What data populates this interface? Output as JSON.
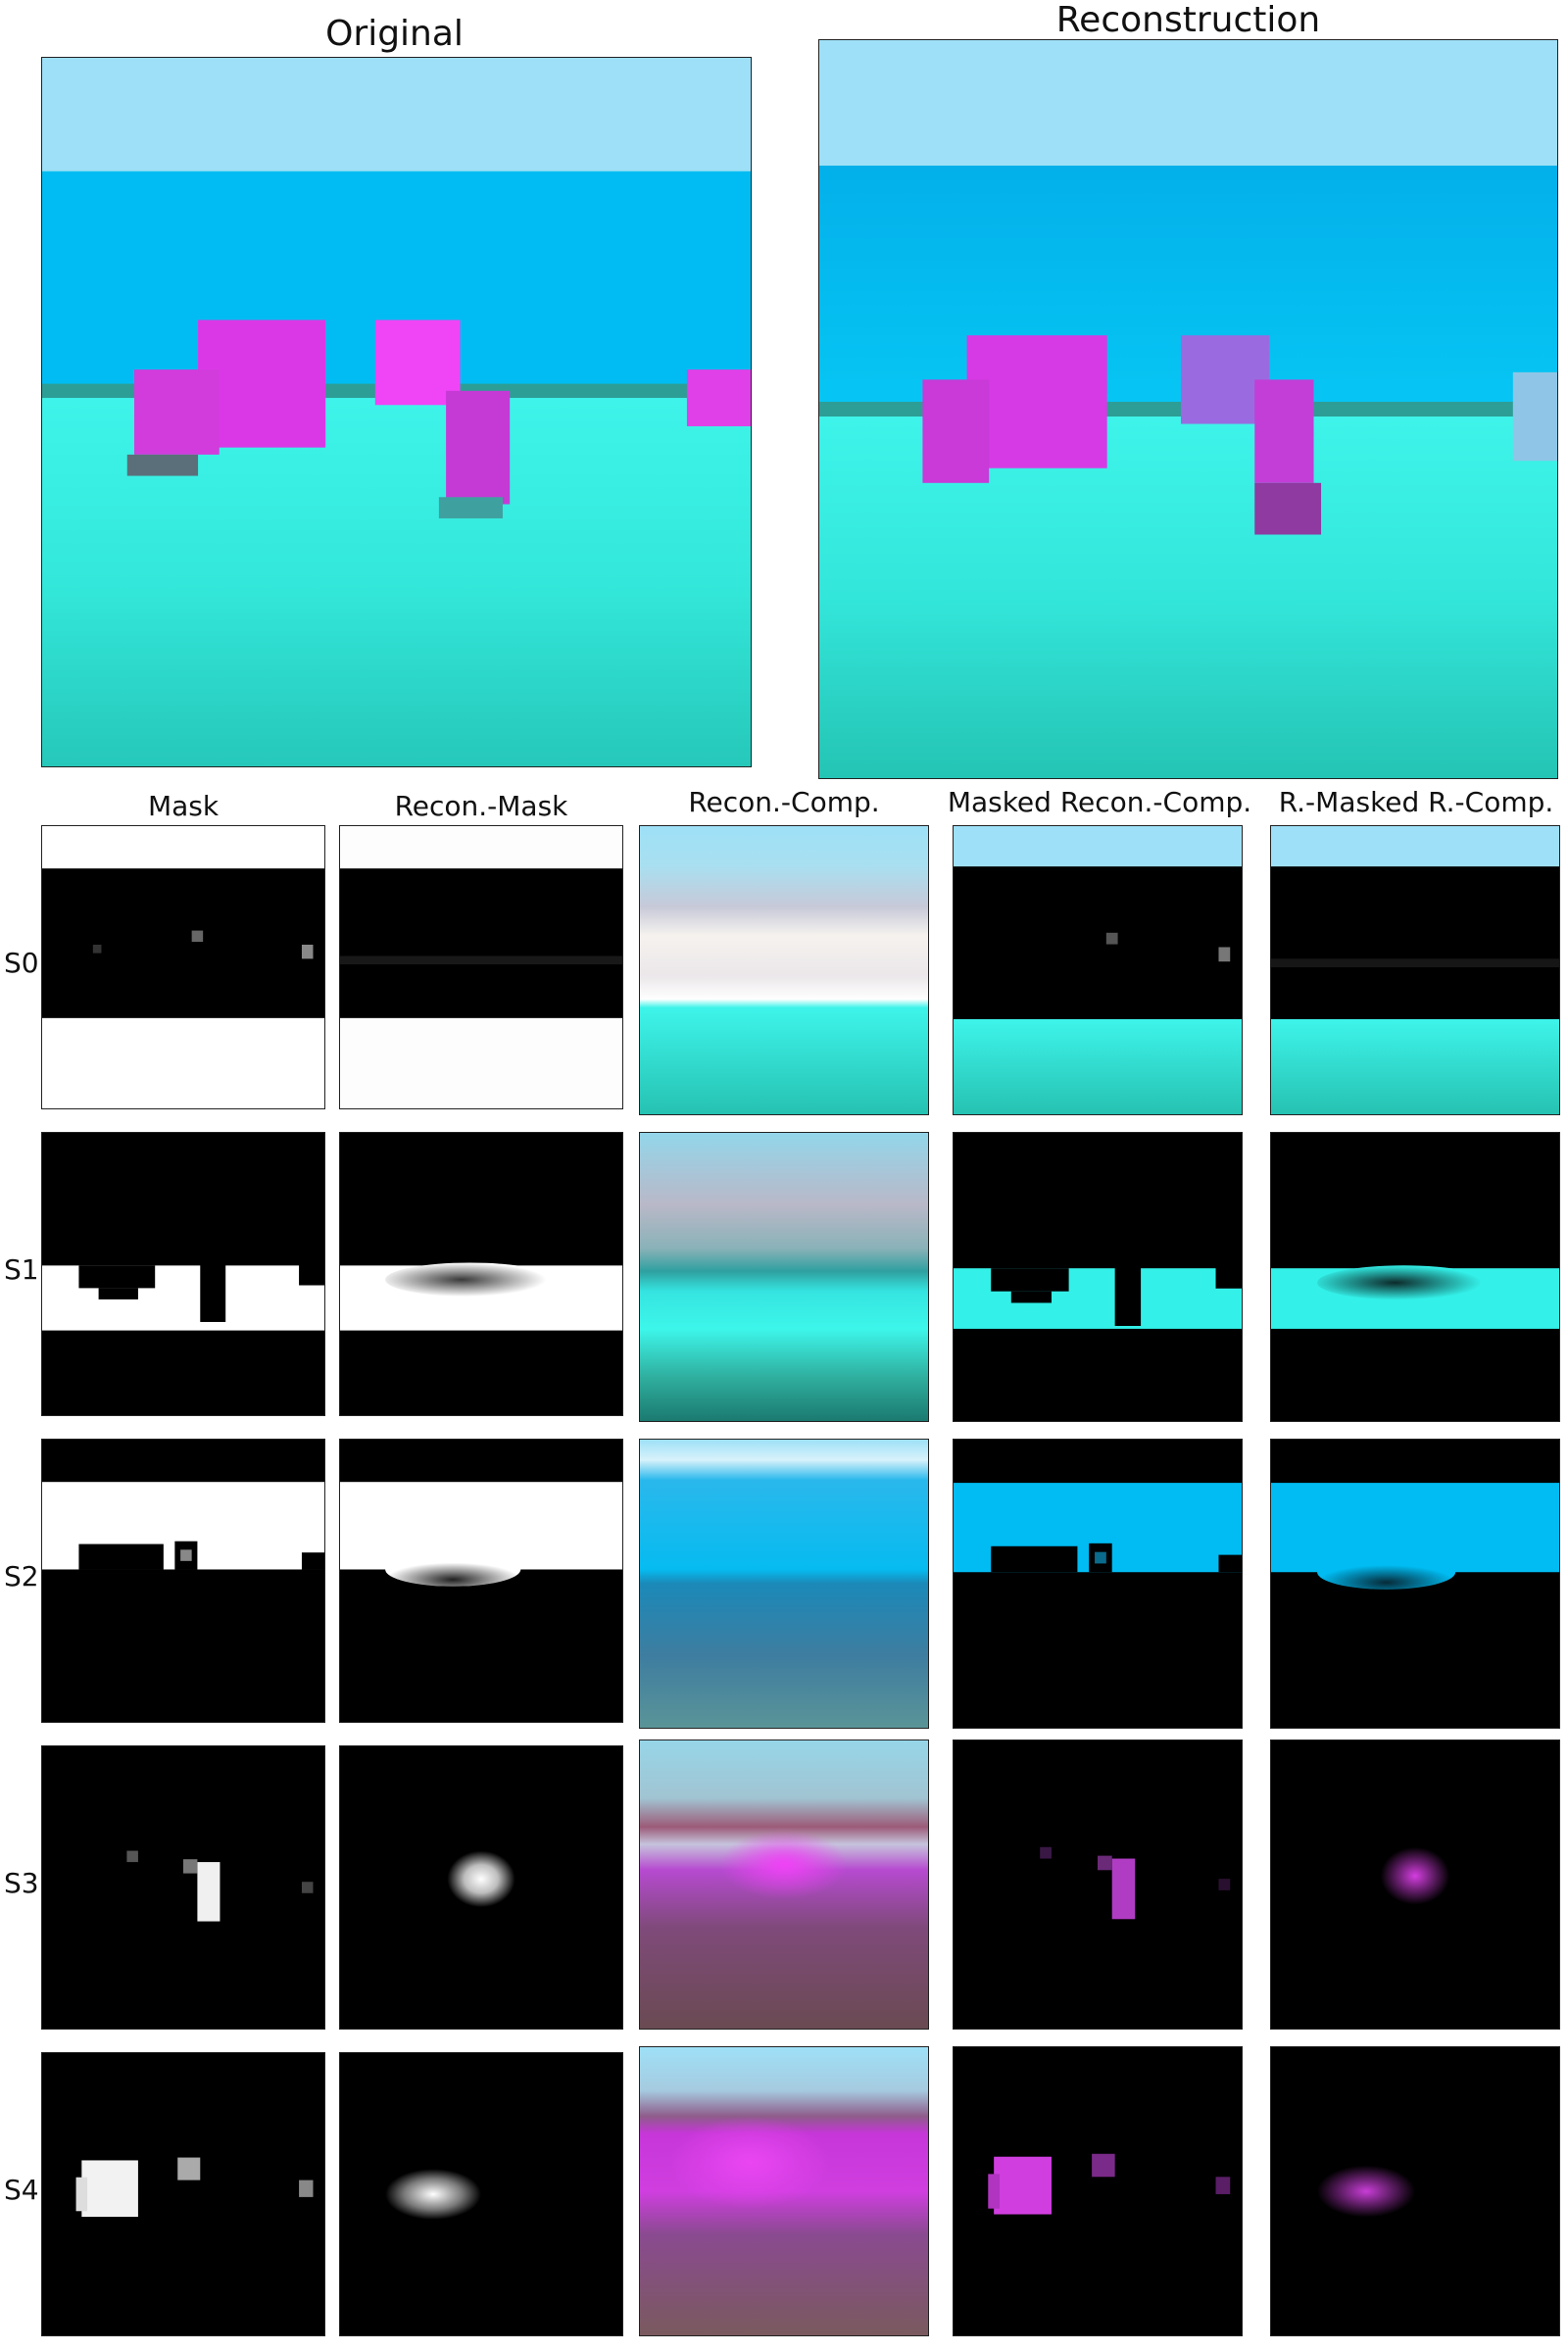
{
  "titles": {
    "original": "Original",
    "reconstruction": "Reconstruction"
  },
  "columns": [
    "Mask",
    "Recon.-Mask",
    "Recon.-Comp.",
    "Masked Recon.-Comp.",
    "R.-Masked R.-Comp."
  ],
  "rows": [
    "S0",
    "S1",
    "S2",
    "S3",
    "S4"
  ],
  "colors": {
    "sky": "#9ee0f7",
    "water": "#02bdf4",
    "floor": "#3df6ea",
    "floor_shadow": "#2ac8b8",
    "object": "#e13be8",
    "dark": "#000000"
  }
}
